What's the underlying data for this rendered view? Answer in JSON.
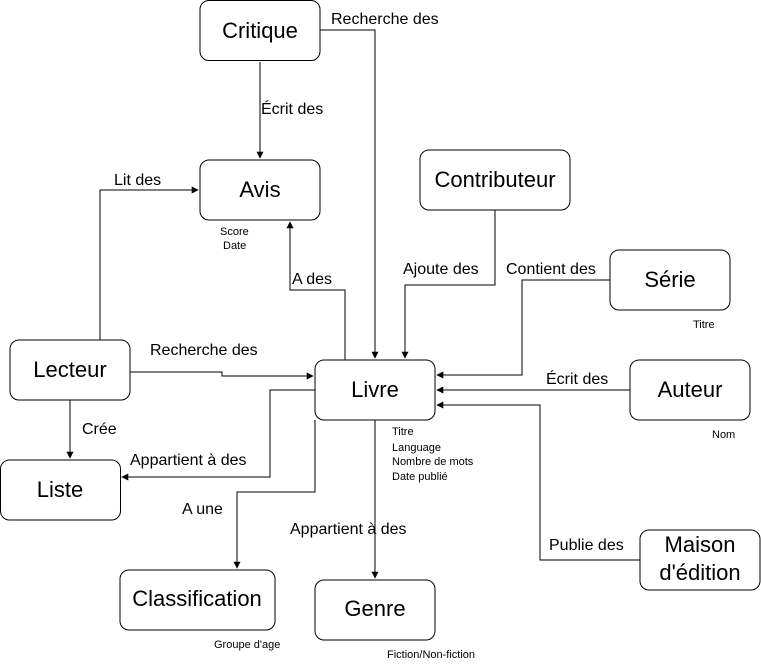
{
  "entities": {
    "critique": "Critique",
    "avis": "Avis",
    "contributeur": "Contributeur",
    "serie": "Série",
    "lecteur": "Lecteur",
    "livre": "Livre",
    "auteur": "Auteur",
    "liste": "Liste",
    "maison_line1": "Maison",
    "maison_line2": "d'édition",
    "classification": "Classification",
    "genre": "Genre"
  },
  "relations": {
    "critique_recherche": "Recherche des",
    "critique_ecrit": "Écrit des",
    "lecteur_lit": "Lit des",
    "livre_a_des": "A des",
    "contributeur_ajoute": "Ajoute des",
    "serie_contient": "Contient des",
    "lecteur_recherche": "Recherche des",
    "auteur_ecrit": "Écrit des",
    "lecteur_cree": "Crée",
    "livre_appartient_liste": "Appartient à des",
    "livre_a_une": "A une",
    "livre_appartient_genre": "Appartient à des",
    "maison_publie": "Publie des"
  },
  "attributes": {
    "avis": [
      "Score",
      "Date"
    ],
    "serie": [
      "Titre"
    ],
    "livre": [
      "Titre",
      "Language",
      "Nombre de mots",
      "Date publié"
    ],
    "auteur": [
      "Nom"
    ],
    "classification": [
      "Groupe d'age"
    ],
    "genre": [
      "Fiction/Non-fiction"
    ]
  },
  "colors": {
    "stroke": "#000000",
    "fill": "#ffffff"
  }
}
